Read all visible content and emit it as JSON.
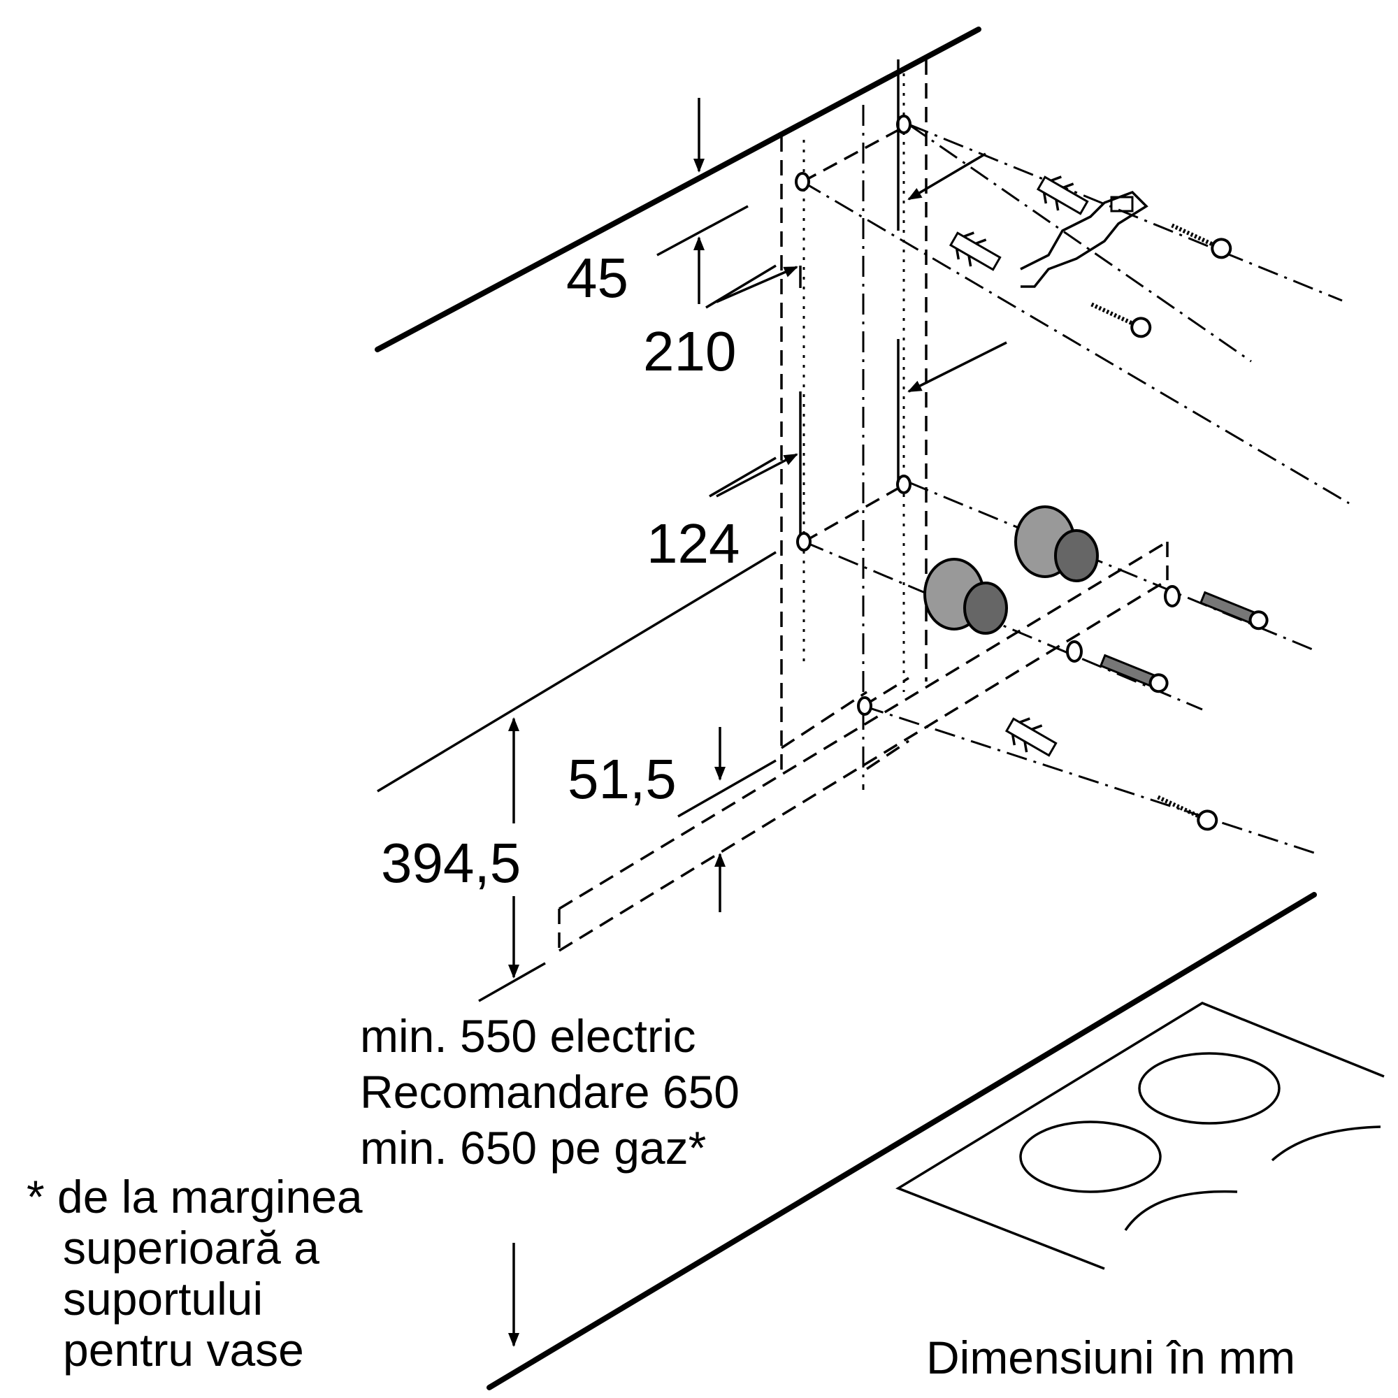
{
  "dimensions": {
    "d45": "45",
    "d210": "210",
    "d124": "124",
    "d51_5": "51,5",
    "d394_5": "394,5"
  },
  "clearance": {
    "line1": "min. 550 electric",
    "line2": "Recomandare 650",
    "line3": "min. 650 pe gaz*"
  },
  "footnote": {
    "line1": "* de la marginea",
    "line2": "superioară a",
    "line3": "suportului",
    "line4": "pentru vase"
  },
  "units_note": "Dimensiuni în mm"
}
